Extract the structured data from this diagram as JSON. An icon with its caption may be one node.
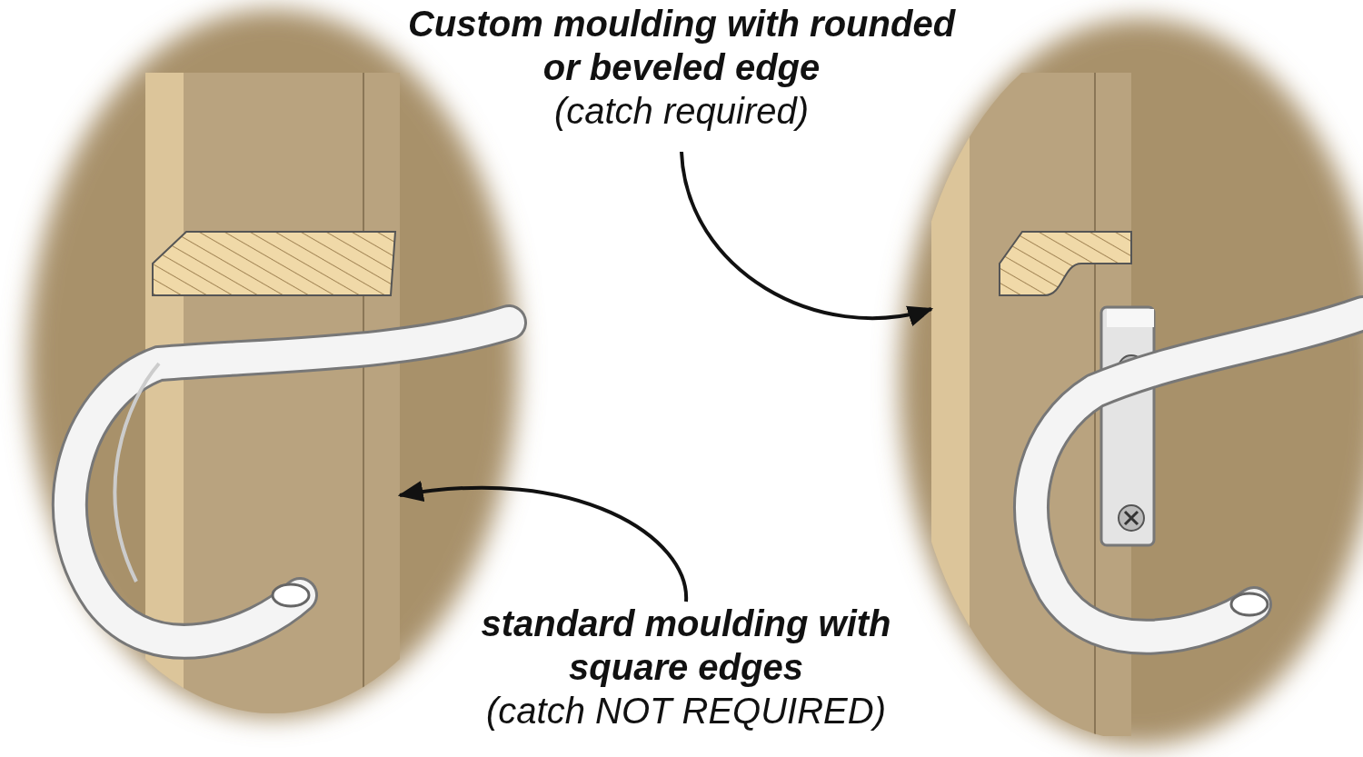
{
  "diagram": {
    "nodes": [
      {
        "text": [
          "Custom moulding with rounded or beveled edge",
          "(catch required)"
        ]
      },
      {
        "text": [],
        "shape": "picture"
      },
      {
        "text": [
          "standard moulding with square edges",
          "(catch NOT REQUIRED)"
        ]
      },
      {
        "text": [],
        "shape": "picture"
      }
    ],
    "edges": [
      {
        "from": 0,
        "to": 3,
        "arrow": "to"
      },
      {
        "from": 2,
        "to": 1,
        "arrow": "to"
      }
    ]
  }
}
